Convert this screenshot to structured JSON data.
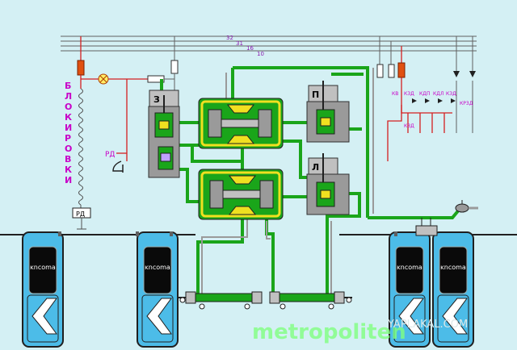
{
  "wire_numbers": [
    "32",
    "31",
    "16",
    "10"
  ],
  "vertical_label": "БЛОКИРОВКИ",
  "rd_label": "РД",
  "rd_box_label": "РД",
  "valve_labels": {
    "z": "З",
    "p": "П",
    "l": "Л"
  },
  "relay_labels": {
    "kv": "КВ",
    "kzd_top": "КЗД",
    "kdp": "КДП",
    "kdl": "КДЛ",
    "kzd_mid": "КЗД",
    "kr3d": "КР3Д",
    "kzd_low": "КЗД"
  },
  "door_brand": "ĸncoma",
  "watermark": "metropoliten",
  "watermark2": "YAPLAKAL.COM",
  "colors": {
    "background": "#d4f0f4",
    "pneumatic_green": "#1aa51a",
    "wire_red": "#d42020",
    "cylinder_yellow": "#f0e020",
    "door_blue": "#4cbce8",
    "relay_text": "#c800c8"
  }
}
